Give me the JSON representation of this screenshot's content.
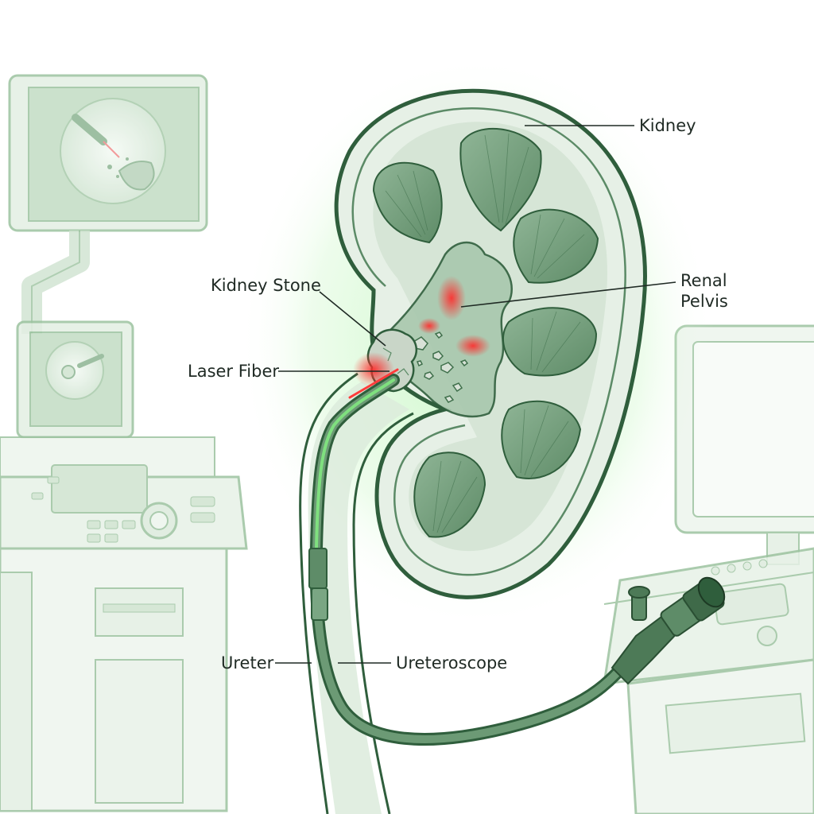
{
  "labels": {
    "kidney": "Kidney",
    "renal_pelvis_line1": "Renal",
    "renal_pelvis_line2": "Pelvis",
    "kidney_stone": "Kidney Stone",
    "laser_fiber": "Laser Fiber",
    "ureter": "Ureter",
    "ureteroscope": "Ureteroscope"
  },
  "colors": {
    "outline": "#2f5e3c",
    "tissue_dark": "#6f9c78",
    "tissue_mid": "#a9c8ad",
    "tissue_light": "#e4efe5",
    "glow": "#9ef09a",
    "laser": "#e8333a",
    "equipment": "#cfe3d0",
    "equipment_line": "#9cc39f",
    "scope": "#4d7a57",
    "stone": "#c9d6c8"
  },
  "icons": {
    "left_monitor": "endoscopy-monitor-icon",
    "left_console": "surgical-console-icon",
    "right_console": "imaging-console-icon"
  }
}
